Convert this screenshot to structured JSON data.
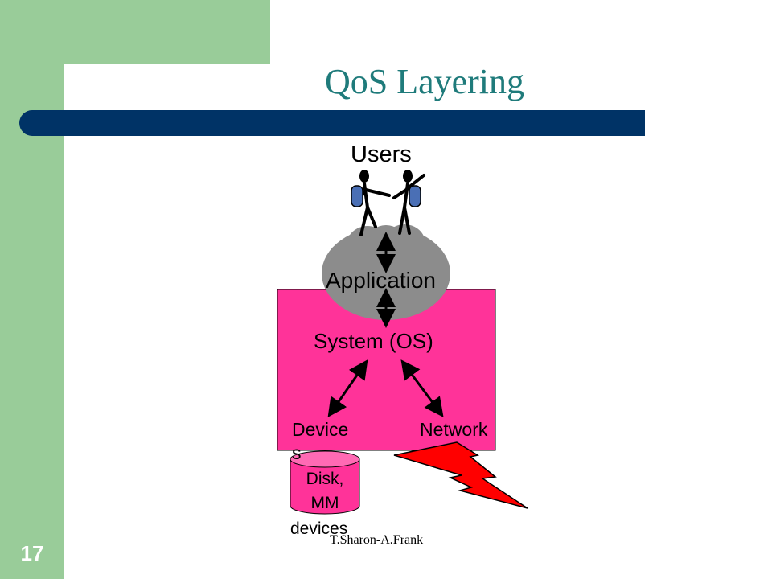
{
  "slide": {
    "title": "QoS Layering",
    "number": "17",
    "footer": "T.Sharon-A.Frank"
  },
  "diagram": {
    "users_label": "Users",
    "application_label": "Application",
    "system_label": "System (OS)",
    "devices_label_line1": "Device",
    "devices_label_line2": "s",
    "network_label": "Network",
    "disk_label_line1": "Disk,",
    "disk_label_line2": "MM",
    "disk_label_line3": "devices"
  },
  "colors": {
    "green": "#99cc99",
    "navy": "#003366",
    "title": "#1f7b7b",
    "system_box": "#ff3399",
    "cloud": "#8c8c8c",
    "disk": "#ff3399",
    "lightning": "#ff0000"
  }
}
